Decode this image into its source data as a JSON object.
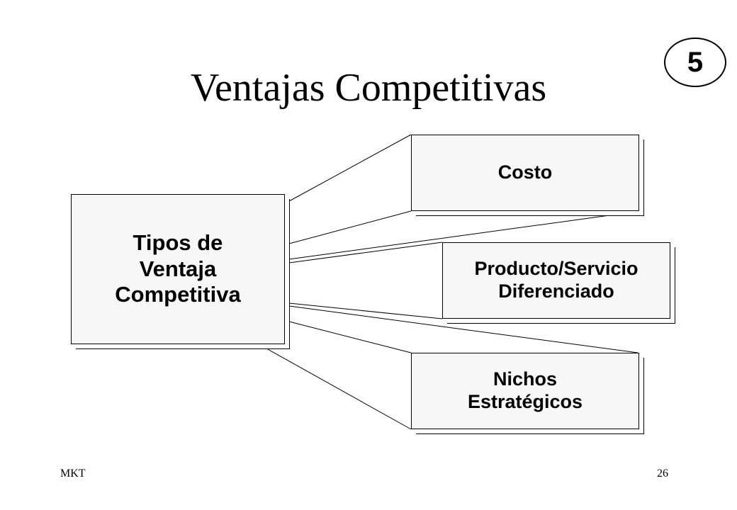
{
  "slide": {
    "title": "Ventajas Competitivas",
    "badge": "5"
  },
  "diagram": {
    "root": {
      "lines": [
        "Tipos de",
        "Ventaja",
        "Competitiva"
      ]
    },
    "branches": [
      {
        "lines": [
          "Costo"
        ]
      },
      {
        "lines": [
          "Producto/Servicio",
          "Diferenciado"
        ]
      },
      {
        "lines": [
          "Nichos",
          "Estratégicos"
        ]
      }
    ]
  },
  "footer": {
    "left": "MKT",
    "page_number": "26"
  },
  "colors": {
    "box_fill": "#f7f7f7",
    "stroke": "#000000",
    "background": "#ffffff"
  }
}
